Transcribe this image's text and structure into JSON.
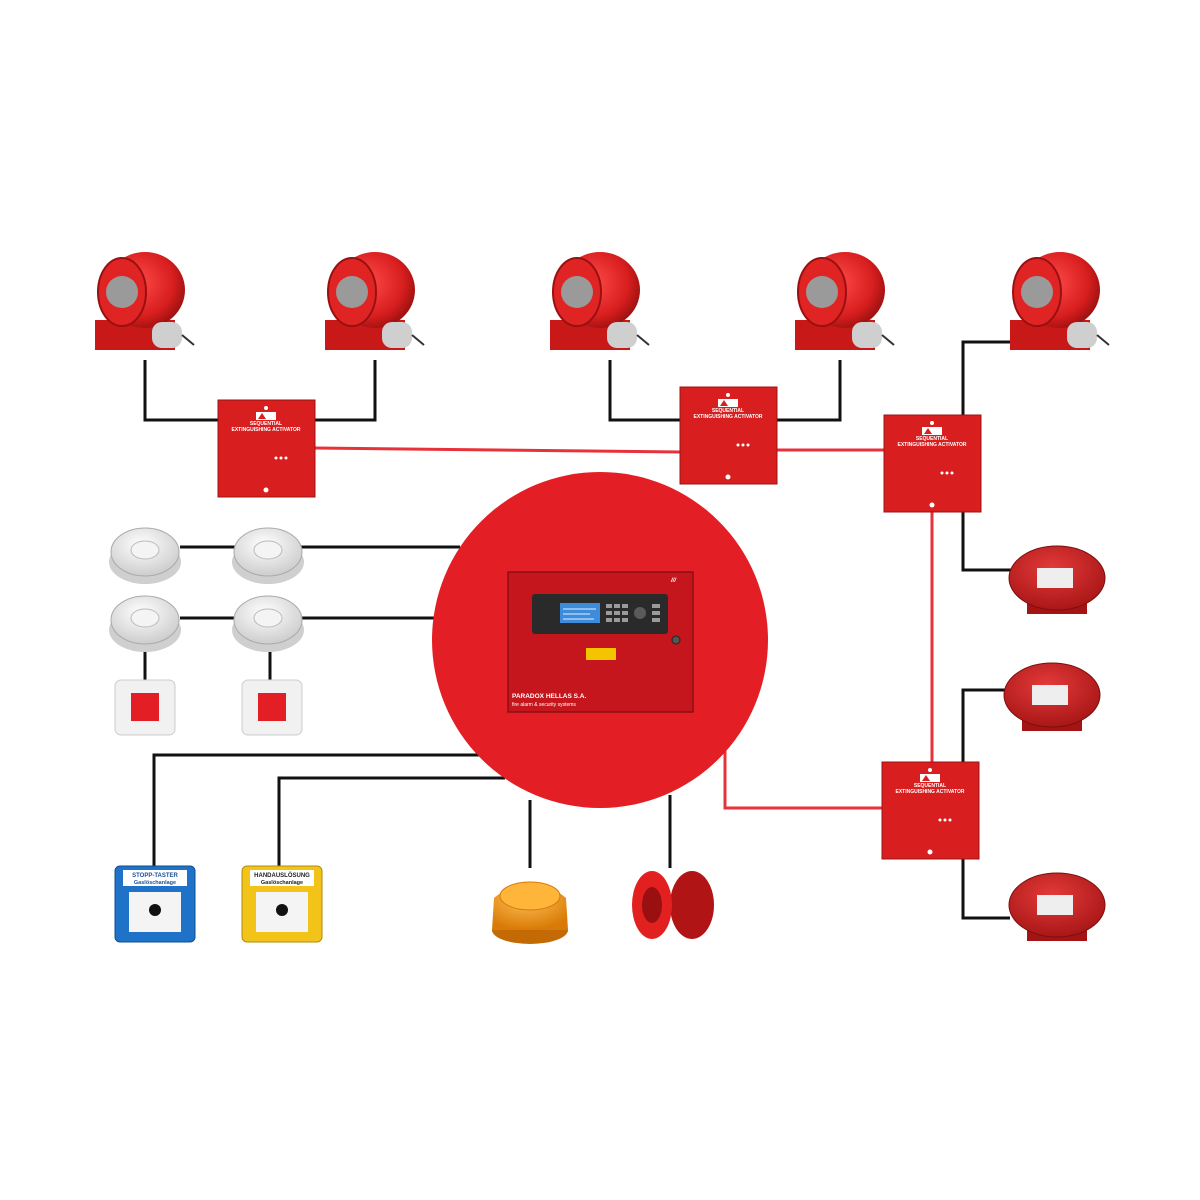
{
  "activator": {
    "title_line1": "SEQUENTIAL",
    "title_line2": "EXTINGUISHING ACTIVATOR"
  },
  "panel": {
    "brand_line1": "PARADOX HELLAS S.A.",
    "brand_line2": "fire alarm & security systems"
  },
  "call_points": {
    "stop_line1": "STOPP-TASTER",
    "stop_line2": "Gaslöschanlage",
    "release_line1": "HANDAUSLÖSUNG",
    "release_line2": "Gaslöschanlage"
  },
  "colors": {
    "fire_red": "#e31e24",
    "device_red": "#d81e1e",
    "wire_black": "#111111",
    "wire_red": "#e8323a",
    "stop_blue": "#1e73c8",
    "release_yellow": "#f2c318",
    "beacon_amber": "#f39a12",
    "detector_grey": "#e6e6e6"
  }
}
